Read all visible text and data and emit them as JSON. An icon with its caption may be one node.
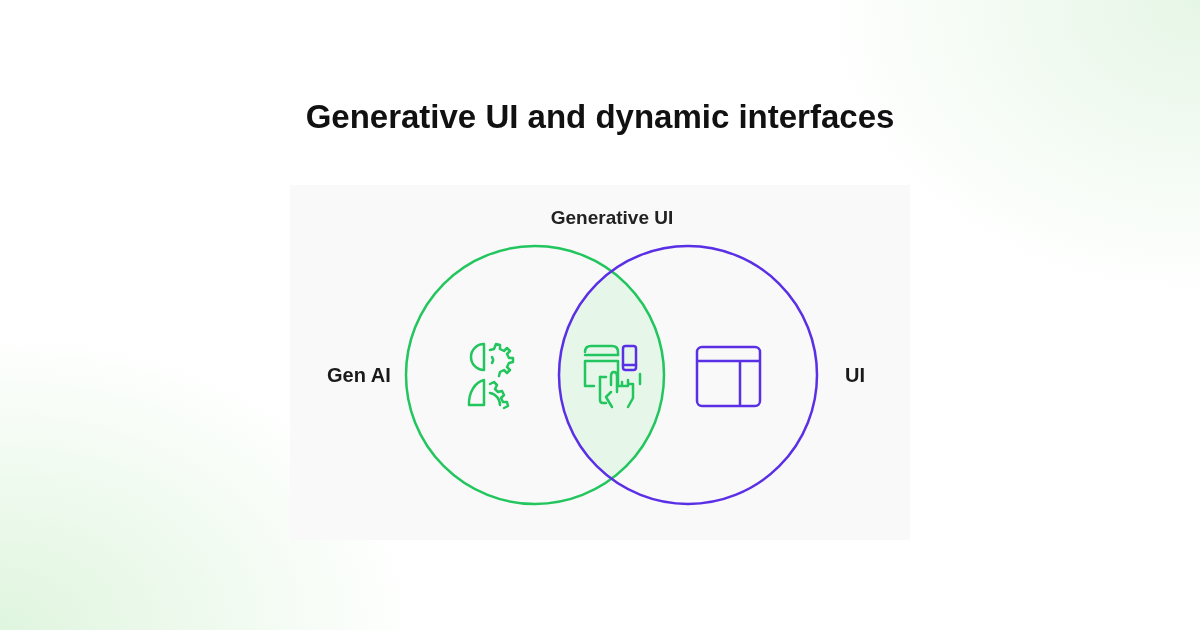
{
  "diagram": {
    "title": "Generative UI and dynamic interfaces",
    "nodes": [
      {
        "text": [
          "Gen AI"
        ]
      },
      {
        "text": [
          "UI"
        ]
      }
    ],
    "labels": [
      "Generative UI"
    ]
  }
}
